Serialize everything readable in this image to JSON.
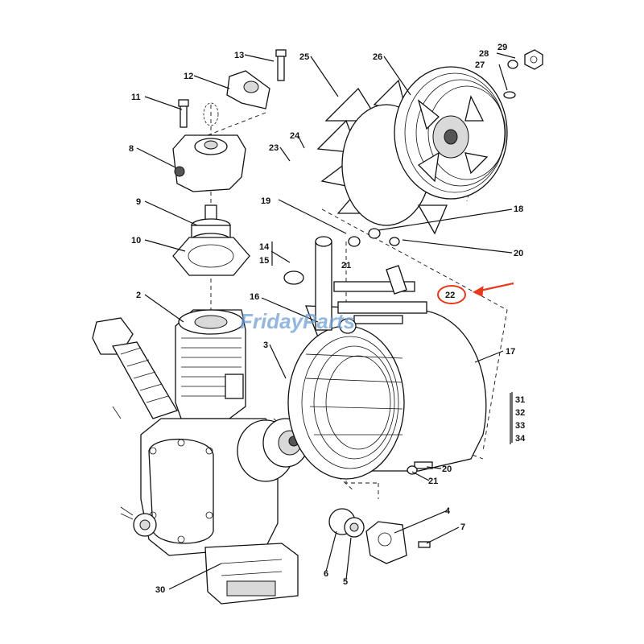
{
  "watermark": "FridayParts",
  "highlight_color": "#e8391c",
  "highlighted_label": "22",
  "callouts": {
    "c2": "2",
    "c3": "3",
    "c4": "4",
    "c5": "5",
    "c6": "6",
    "c7": "7",
    "c8": "8",
    "c9": "9",
    "c10": "10",
    "c11": "11",
    "c12": "12",
    "c13": "13",
    "c14": "14",
    "c15": "15",
    "c16": "16",
    "c17": "17",
    "c18": "18",
    "c19": "19",
    "c20a": "20",
    "c20b": "20",
    "c21a": "21",
    "c21b": "21",
    "c22": "22",
    "c23": "23",
    "c24": "24",
    "c25": "25",
    "c26": "26",
    "c27": "27",
    "c28": "28",
    "c29": "29",
    "c30": "30",
    "c31": "31",
    "c32": "32",
    "c33": "33",
    "c34": "34"
  }
}
